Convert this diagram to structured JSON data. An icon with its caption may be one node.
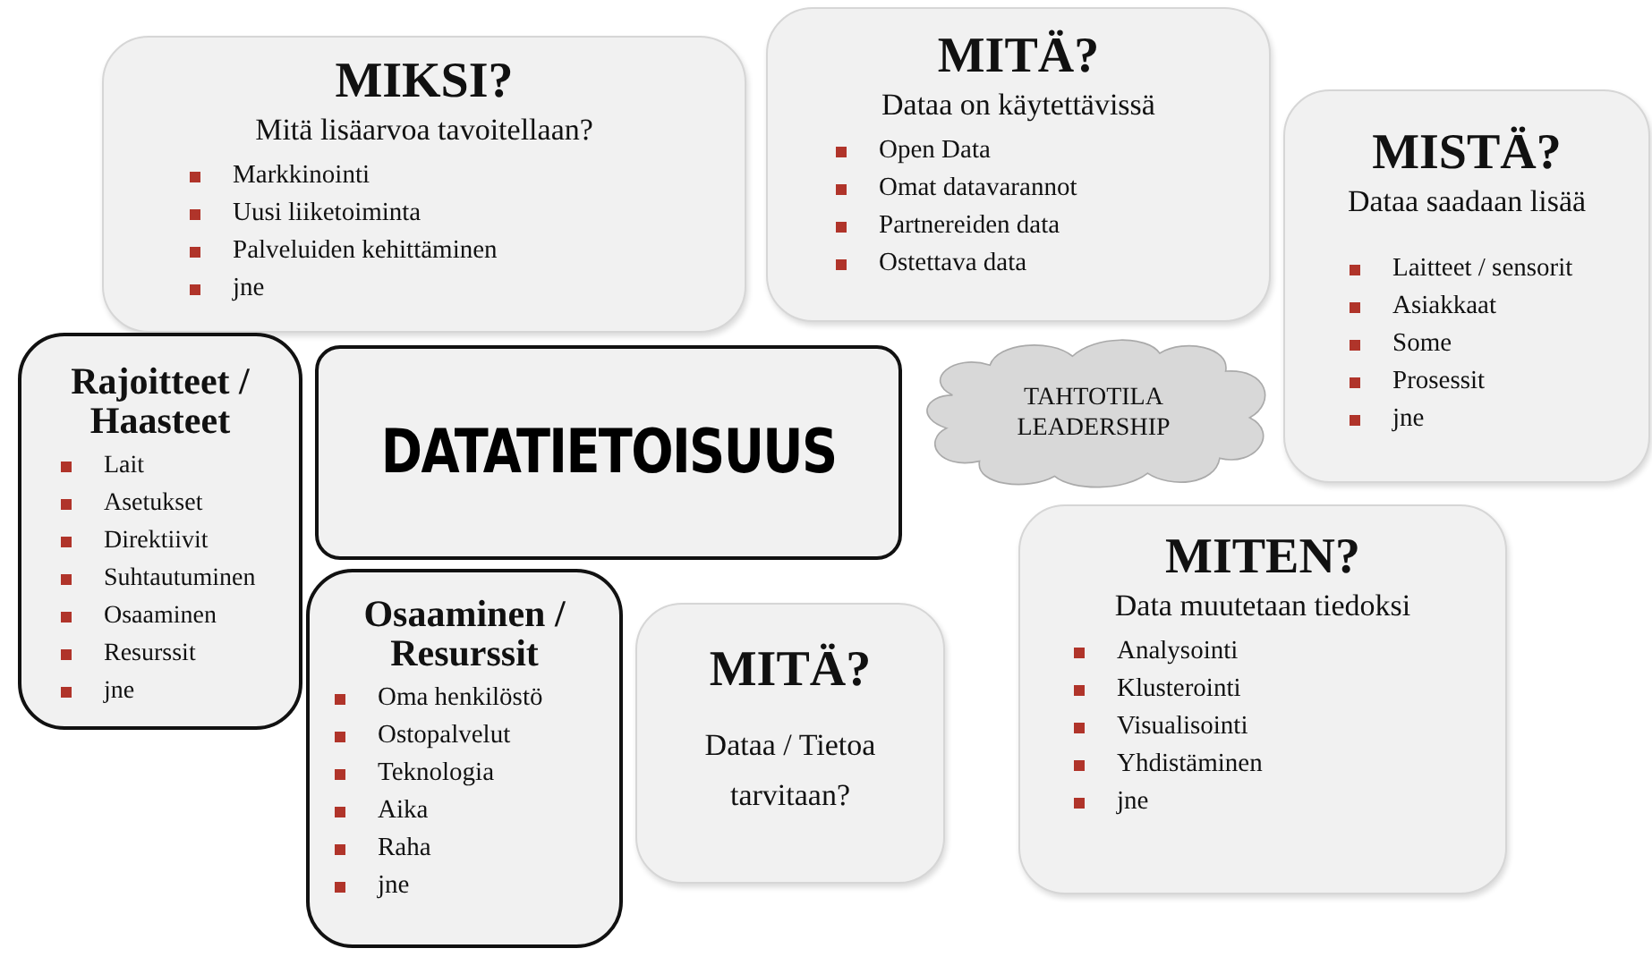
{
  "diagram": {
    "nodes": [
      {
        "text": [
          "MIKSI?",
          "Mitä lisäarvoa tavoitellaan?",
          "Markkinointi",
          "Uusi liiketoiminta",
          "Palveluiden kehittäminen",
          "jne"
        ]
      },
      {
        "text": [
          "MITÄ?",
          "Dataa on käytettävissä",
          "Open Data",
          "Omat datavarannot",
          "Partnereiden data",
          "Ostettava data"
        ]
      },
      {
        "text": [
          "MISTÄ?",
          "Dataa saadaan lisää",
          "Laitteet / sensorit",
          "Asiakkaat",
          "Some",
          "Prosessit",
          "jne"
        ]
      },
      {
        "text": [
          "Rajoitteet / Haasteet",
          "Lait",
          "Asetukset",
          "Direktiivit",
          "Suhtautuminen",
          "Osaaminen",
          "Resurssit",
          "jne"
        ]
      },
      {
        "text": [
          "DATATIETOISUUS"
        ]
      },
      {
        "text": [
          "TAHTOTILA LEADERSHIP"
        ]
      },
      {
        "text": [
          "MITEN?",
          "Data muutetaan tiedoksi",
          "Analysointi",
          "Klusterointi",
          "Visualisointi",
          "Yhdistäminen",
          "jne"
        ]
      },
      {
        "text": [
          "Osaaminen / Resurssit",
          "Oma henkilöstö",
          "Ostopalvelut",
          "Teknologia",
          "Aika",
          "Raha",
          "jne"
        ]
      },
      {
        "text": [
          "MITÄ?",
          "Dataa / Tietoa tarvitaan?"
        ]
      }
    ]
  }
}
